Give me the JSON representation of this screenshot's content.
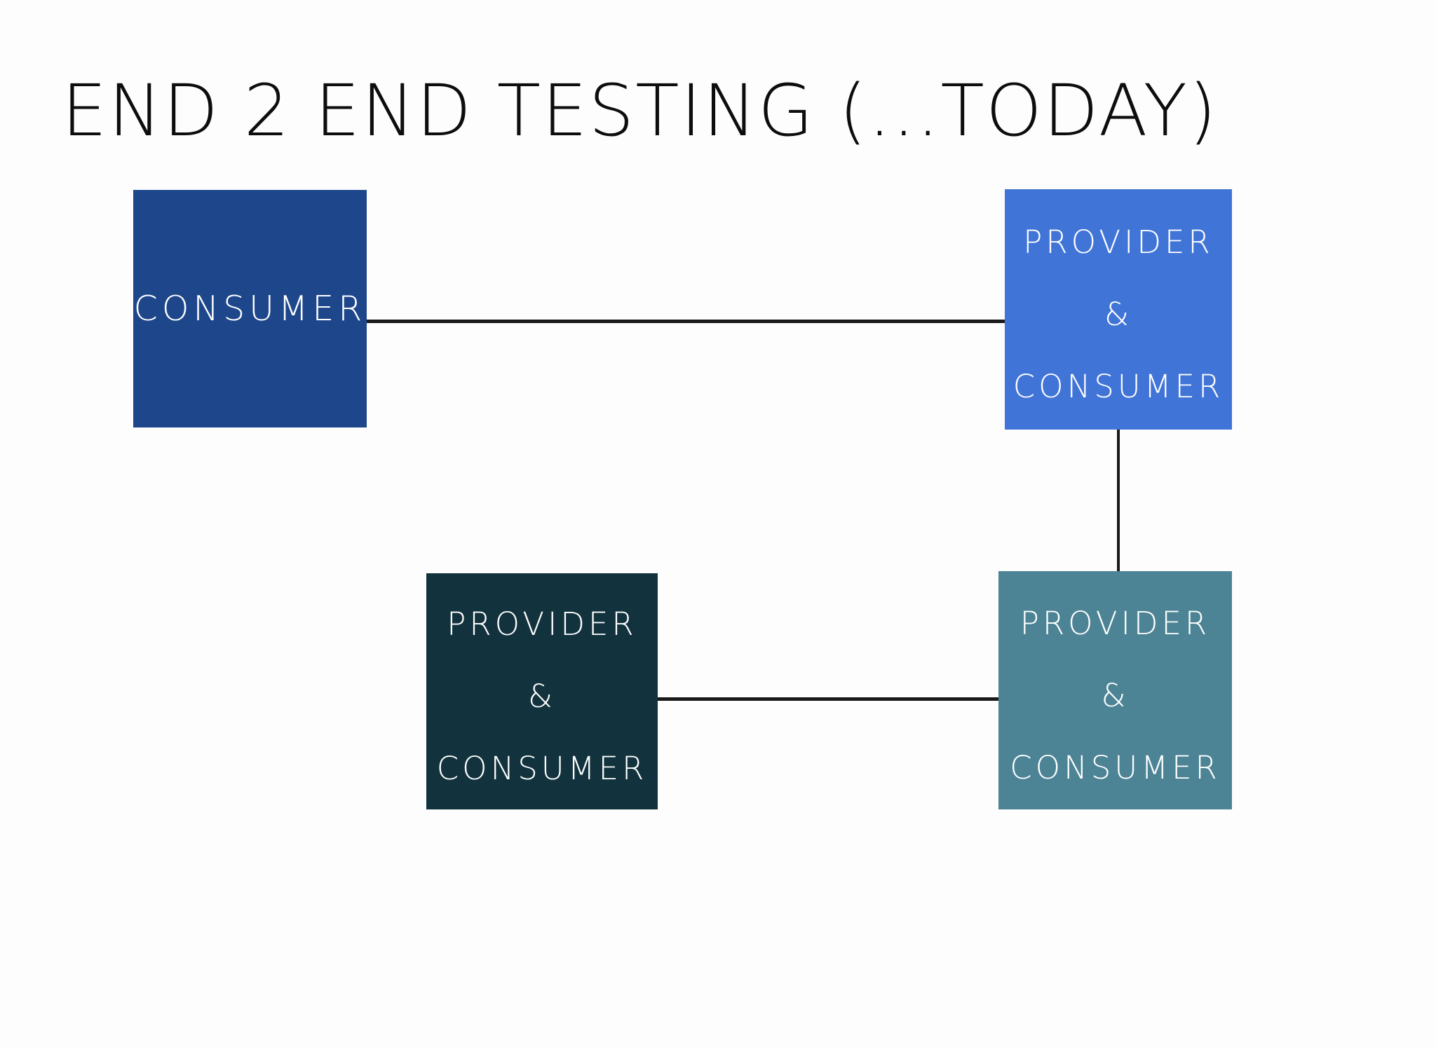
{
  "title": "END 2 END TESTING (...TODAY)",
  "colors": {
    "background": "#fdfdfd",
    "title_text": "#0d0d0d",
    "node_text": "#ffffff",
    "edge_line": "#1a1a1a",
    "consumer_navy": "#1e478b",
    "provider_blue": "#4174d7",
    "provider_dark_teal": "#12333e",
    "provider_teal": "#4d8495"
  },
  "diagram": {
    "nodes": [
      {
        "id": "consumer",
        "label": "CONSUMER",
        "color": "#1e478b"
      },
      {
        "id": "provider-consumer-top-right",
        "lines": [
          "PROVIDER",
          "&",
          "CONSUMER"
        ],
        "color": "#4174d7"
      },
      {
        "id": "provider-consumer-bottom-left",
        "lines": [
          "PROVIDER",
          "&",
          "CONSUMER"
        ],
        "color": "#12333e"
      },
      {
        "id": "provider-consumer-bottom-right",
        "lines": [
          "PROVIDER",
          "&",
          "CONSUMER"
        ],
        "color": "#4d8495"
      }
    ],
    "edges": [
      {
        "from": "consumer",
        "to": "provider-consumer-top-right"
      },
      {
        "from": "provider-consumer-top-right",
        "to": "provider-consumer-bottom-right"
      },
      {
        "from": "provider-consumer-bottom-left",
        "to": "provider-consumer-bottom-right"
      }
    ]
  }
}
